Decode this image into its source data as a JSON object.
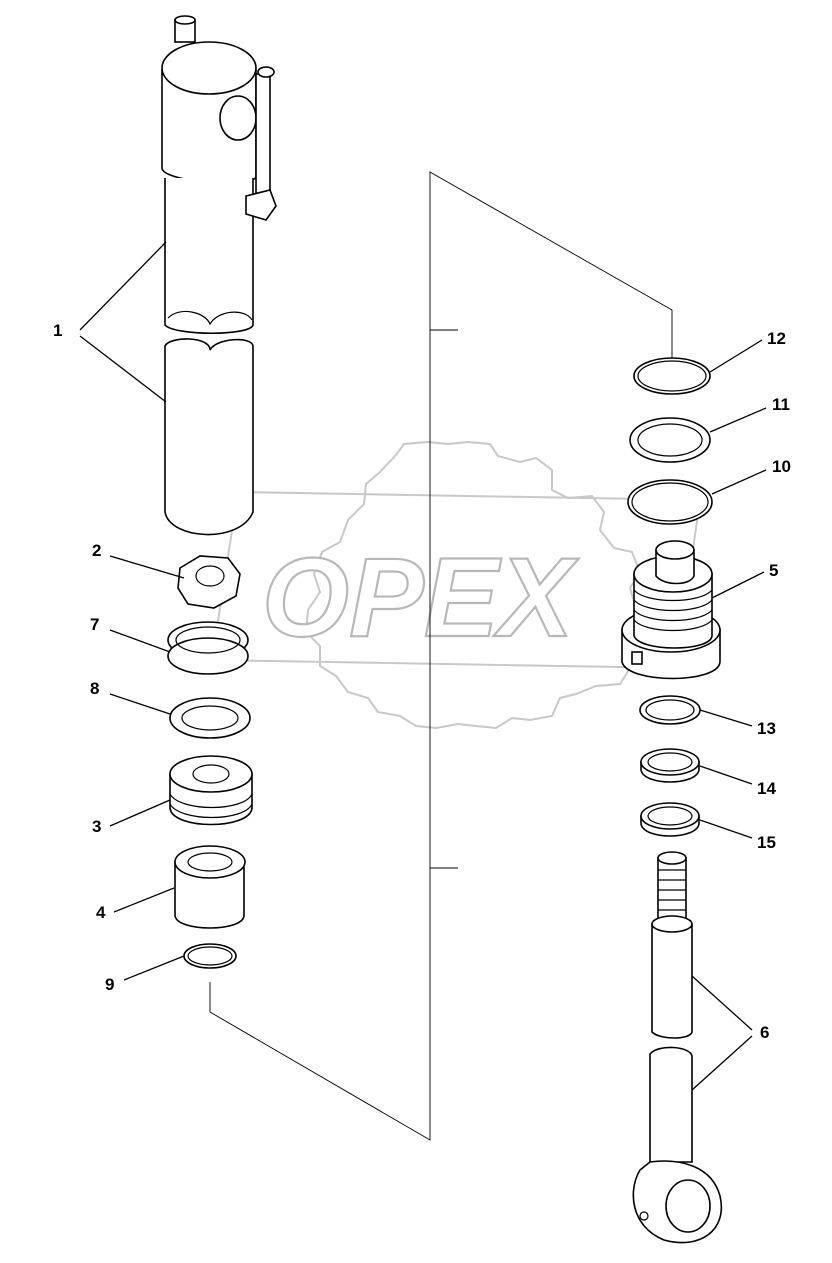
{
  "watermark": {
    "text": "OPEX"
  },
  "callouts": [
    {
      "id": "1",
      "label": "1"
    },
    {
      "id": "2",
      "label": "2"
    },
    {
      "id": "3",
      "label": "3"
    },
    {
      "id": "4",
      "label": "4"
    },
    {
      "id": "5",
      "label": "5"
    },
    {
      "id": "6",
      "label": "6"
    },
    {
      "id": "7",
      "label": "7"
    },
    {
      "id": "8",
      "label": "8"
    },
    {
      "id": "9",
      "label": "9"
    },
    {
      "id": "10",
      "label": "10"
    },
    {
      "id": "11",
      "label": "11"
    },
    {
      "id": "12",
      "label": "12"
    },
    {
      "id": "13",
      "label": "13"
    },
    {
      "id": "14",
      "label": "14"
    },
    {
      "id": "15",
      "label": "15"
    }
  ],
  "colors": {
    "line": "#000000",
    "watermark": "#c0c0c0",
    "background": "#ffffff"
  }
}
